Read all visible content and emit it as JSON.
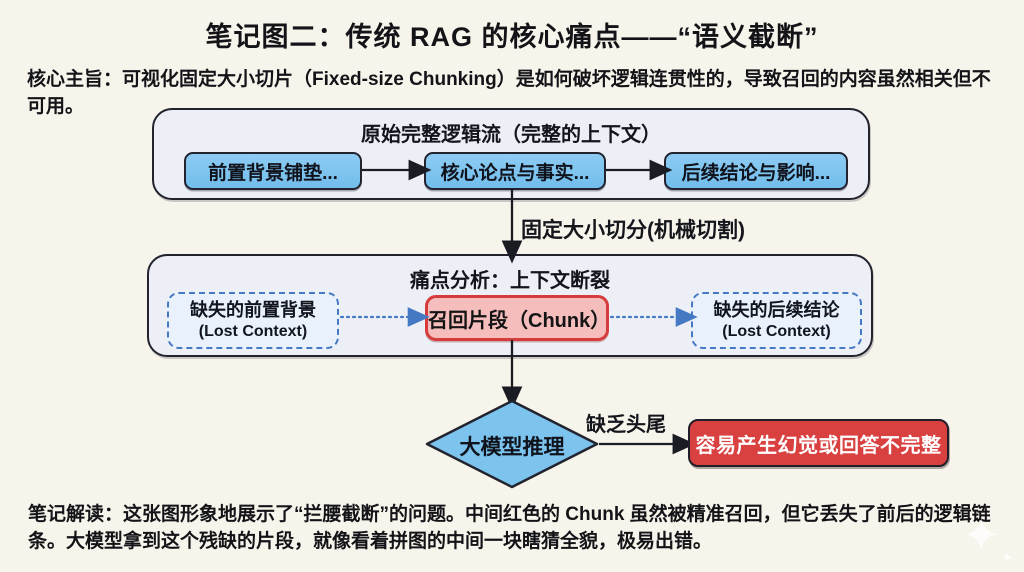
{
  "title": "笔记图二：传统 RAG 的核心痛点——“语义截断”",
  "subtitle": "核心主旨：可视化固定大小切片（Fixed-size Chunking）是如何破坏逻辑连贯性的，导致召回的内容虽然相关但不可用。",
  "flow1": {
    "title": "原始完整逻辑流（完整的上下文）",
    "boxes": [
      "前置背景铺垫...",
      "核心论点与事实...",
      "后续结论与影响..."
    ]
  },
  "split_label": "固定大小切分(机械切割)",
  "flow2": {
    "title": "痛点分析：上下文断裂",
    "left_box": {
      "line1": "缺失的前置背景",
      "line2": "(Lost Context)"
    },
    "chunk_box": "召回片段（Chunk）",
    "right_box": {
      "line1": "缺失的后续结论",
      "line2": "(Lost Context)"
    }
  },
  "decision_label": "大模型推理",
  "edge_label": "缺乏头尾",
  "result_label": "容易产生幻觉或回答不完整",
  "note": {
    "line1": "笔记解读：这张图形象地展示了“拦腰截断”的问题。中间红色的 Chunk 虽然被精准召回，但它丢失了前后的逻辑链",
    "line2": "条。大模型拿到这个残缺的片段，就像看着拼图的中间一块瞎猜全貌，极易出错。"
  },
  "watermark_glyph": "✦",
  "colors": {
    "background": "#f7f4eb",
    "container_fill": "#eceff6",
    "node_blue": "#7cc3ee",
    "dashed_border_blue": "#4679c4",
    "chunk_fill": "#f6bdbd",
    "chunk_border": "#d63c3c",
    "result_red": "#d94141",
    "ink": "#23232e"
  }
}
